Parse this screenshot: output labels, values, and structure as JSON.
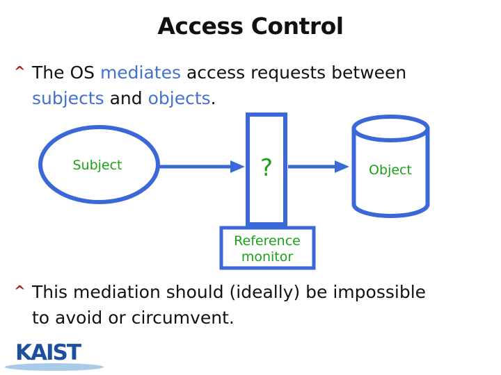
{
  "slide": {
    "title": "Access Control"
  },
  "bullets": {
    "b1": {
      "marker": "^",
      "seg1": "The OS ",
      "seg2": "mediates",
      "seg3": " access requests between",
      "seg4": "subjects",
      "seg5": " and ",
      "seg6": "objects",
      "seg7": "."
    },
    "b2": {
      "marker": "^",
      "line1": "This mediation should (ideally) be impossible",
      "line2": "to avoid or circumvent."
    }
  },
  "diagram": {
    "subject_label": "Subject",
    "monitor_symbol": "?",
    "object_label": "Object",
    "reference_monitor_line1": "Reference",
    "reference_monitor_line2": "monitor"
  },
  "footer": {
    "logo_text": "KAIST"
  },
  "colors": {
    "emphasis_blue": "#4470ce",
    "bullet_red": "#b22222",
    "diagram_blue": "#3b68d8",
    "label_green": "#1aa11a",
    "kaist_blue": "#1d4f9e",
    "kaist_swoosh": "#a9cbe8",
    "text_black": "#111111"
  }
}
